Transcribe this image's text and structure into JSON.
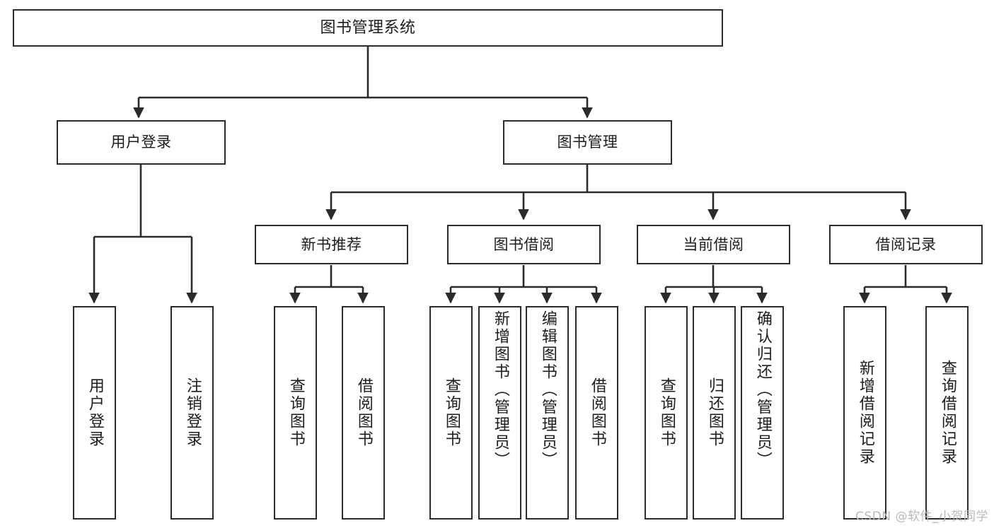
{
  "diagram": {
    "title": "图书管理系统",
    "type": "tree-hierarchy",
    "watermark": "CSDN @软件_小贺同学",
    "root": {
      "id": "root",
      "label": "图书管理系统"
    },
    "level1": [
      {
        "id": "user-login",
        "label": "用户登录"
      },
      {
        "id": "book-manage",
        "label": "图书管理"
      }
    ],
    "level2": [
      {
        "id": "new-book-recommend",
        "label": "新书推荐",
        "parent": "book-manage"
      },
      {
        "id": "book-borrow",
        "label": "图书借阅",
        "parent": "book-manage"
      },
      {
        "id": "current-borrow",
        "label": "当前借阅",
        "parent": "book-manage"
      },
      {
        "id": "borrow-record",
        "label": "借阅记录",
        "parent": "book-manage"
      }
    ],
    "leaves": [
      {
        "id": "leaf-user-login",
        "label": "用户登录",
        "parent": "user-login"
      },
      {
        "id": "leaf-logout-login",
        "label": "注销登录",
        "parent": "user-login"
      },
      {
        "id": "leaf-query-book-1",
        "label": "查询图书",
        "parent": "new-book-recommend"
      },
      {
        "id": "leaf-borrow-book-1",
        "label": "借阅图书",
        "parent": "new-book-recommend"
      },
      {
        "id": "leaf-query-book-2",
        "label": "查询图书",
        "parent": "book-borrow"
      },
      {
        "id": "leaf-add-book",
        "label": "新增图书（管理员）",
        "parent": "book-borrow"
      },
      {
        "id": "leaf-edit-book",
        "label": "编辑图书（管理员）",
        "parent": "book-borrow"
      },
      {
        "id": "leaf-borrow-book-2",
        "label": "借阅图书",
        "parent": "book-borrow"
      },
      {
        "id": "leaf-query-book-3",
        "label": "查询图书",
        "parent": "current-borrow"
      },
      {
        "id": "leaf-return-book",
        "label": "归还图书",
        "parent": "current-borrow"
      },
      {
        "id": "leaf-confirm-return",
        "label": "确认归还（管理员）",
        "parent": "current-borrow"
      },
      {
        "id": "leaf-add-record",
        "label": "新增借阅记录",
        "parent": "borrow-record"
      },
      {
        "id": "leaf-query-record",
        "label": "查询借阅记录",
        "parent": "borrow-record"
      }
    ],
    "colors": {
      "stroke": "#2b2b2b",
      "fill": "#ffffff",
      "text": "#1c1c1c",
      "watermark": "#b9b9b9"
    }
  }
}
